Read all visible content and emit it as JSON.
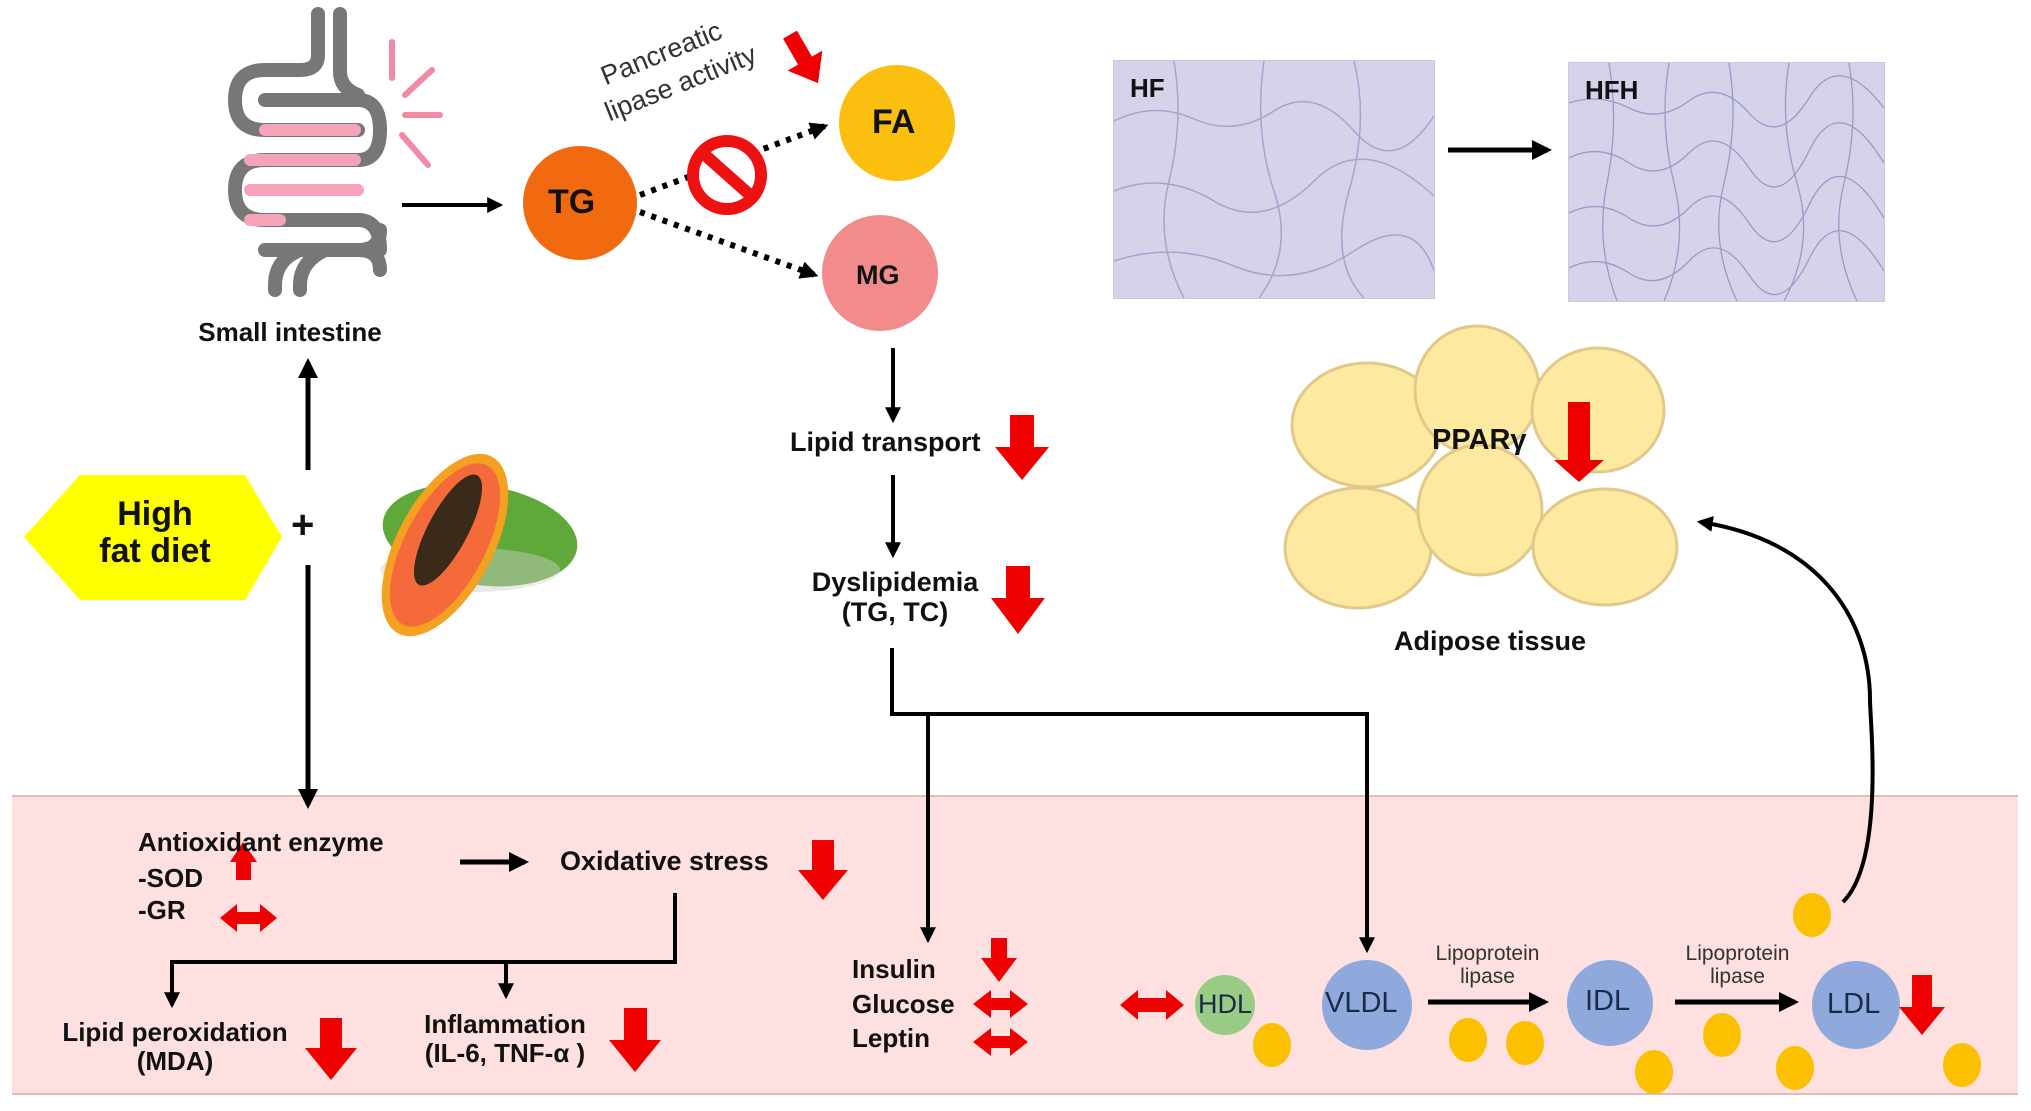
{
  "intestine": {
    "label": "Small intestine"
  },
  "diet": {
    "label_line1": "High",
    "label_line2": "fat diet",
    "plus": "+"
  },
  "digestion": {
    "tg": "TG",
    "fa": "FA",
    "mg": "MG",
    "enzyme_label_line1": "Pancreatic",
    "enzyme_label_line2": "lipase activity"
  },
  "lipid_path": {
    "lipid_transport": "Lipid transport",
    "dyslipidemia_line1": "Dyslipidemia",
    "dyslipidemia_line2": "(TG, TC)"
  },
  "histology": {
    "hf_tag": "HF",
    "hfh_tag": "HFH"
  },
  "adipose": {
    "marker": "PPARγ",
    "label": "Adipose tissue"
  },
  "oxidative": {
    "antioxidant_title": "Antioxidant enzyme",
    "sod": "-SOD",
    "gr": "-GR",
    "oxidative_stress": "Oxidative stress",
    "lipid_perox_line1": "Lipid peroxidation",
    "lipid_perox_line2": "(MDA)",
    "inflammation_line1": "Inflammation",
    "inflammation_line2": "(IL-6, TNF-α )"
  },
  "metabolic": {
    "insulin": "Insulin",
    "glucose": "Glucose",
    "leptin": "Leptin"
  },
  "lipoproteins": {
    "hdl": "HDL",
    "vldl": "VLDL",
    "idl": "IDL",
    "ldl": "LDL",
    "enzyme1_line1": "Lipoprotein",
    "enzyme1_line2": "lipase",
    "enzyme2_line1": "Lipoprotein",
    "enzyme2_line2": "lipase"
  },
  "colors": {
    "tg": "#f26a0f",
    "fa": "#fbbf10",
    "mg": "#f28c8c",
    "indicator_red": "#ee0000",
    "lipoprotein_blue": "#8fa9dc",
    "hdl_green": "#98cc84",
    "fat_droplet": "#fbc000",
    "adipocyte": "#fde9a0",
    "diet_yellow": "#ffff00",
    "band_pink": "#fde0df"
  },
  "indicators": {
    "pancreatic_lipase": "decrease",
    "lipid_transport": "decrease",
    "dyslipidemia": "decrease",
    "pparg": "decrease",
    "sod": "increase",
    "gr": "no-change",
    "oxidative_stress": "decrease",
    "lipid_peroxidation": "decrease",
    "inflammation": "decrease",
    "insulin": "decrease",
    "glucose": "no-change",
    "leptin": "no-change",
    "hdl": "no-change",
    "ldl": "decrease"
  }
}
